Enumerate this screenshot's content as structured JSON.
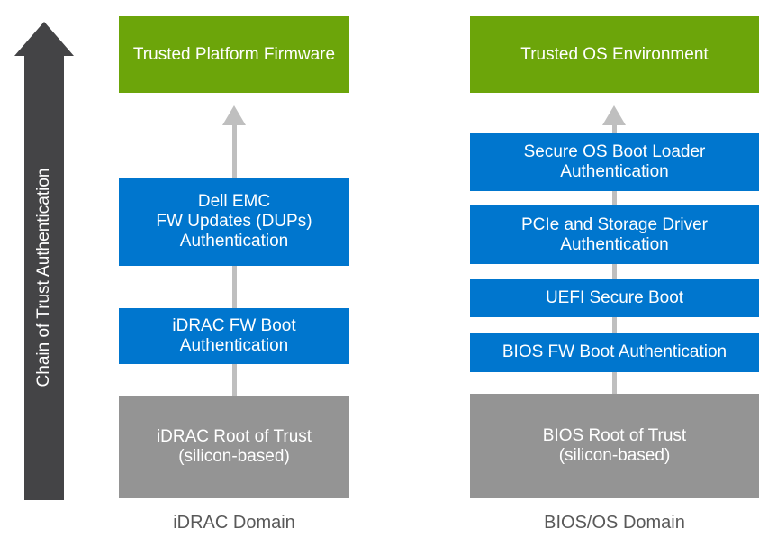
{
  "diagram": {
    "side_arrow_label": "Chain of Trust Authentication"
  },
  "colors": {
    "green": "#6CA50A",
    "blue": "#0076CE",
    "gray": "#949494",
    "dark_arrow": "#444446",
    "connector": "#BFBFBF",
    "domain_label_text": "#595959"
  },
  "columns": [
    {
      "domain_label": "iDRAC Domain",
      "boxes": [
        {
          "label": "Trusted Platform Firmware"
        },
        {
          "label": "Dell EMC\nFW Updates (DUPs)\nAuthentication"
        },
        {
          "label": "iDRAC FW Boot\nAuthentication"
        },
        {
          "label": "iDRAC Root of Trust\n(silicon-based)"
        }
      ]
    },
    {
      "domain_label": "BIOS/OS Domain",
      "boxes": [
        {
          "label": "Trusted OS Environment"
        },
        {
          "label": "Secure OS Boot Loader\nAuthentication"
        },
        {
          "label": "PCIe and Storage Driver\nAuthentication"
        },
        {
          "label": "UEFI Secure Boot"
        },
        {
          "label": "BIOS FW Boot Authentication"
        },
        {
          "label": "BIOS Root of Trust\n(silicon-based)"
        }
      ]
    }
  ]
}
